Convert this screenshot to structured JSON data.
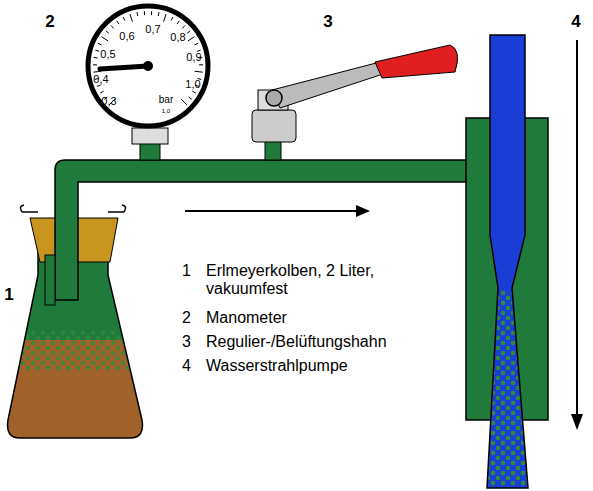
{
  "diagram": {
    "labels": [
      "2",
      "3",
      "4",
      "1",
      "1",
      "Erlmeyerkolben, 2 Liter, vakuumfest",
      "2",
      "Manometer",
      "3",
      "Regulier-/Belüftungshahn",
      "4",
      "Wasserstrahlpumpe",
      "0,3",
      "0,4",
      "0,5",
      "0,6",
      "0,7",
      "0,8",
      "0,9",
      "1,0",
      "bar",
      "1,0"
    ]
  }
}
